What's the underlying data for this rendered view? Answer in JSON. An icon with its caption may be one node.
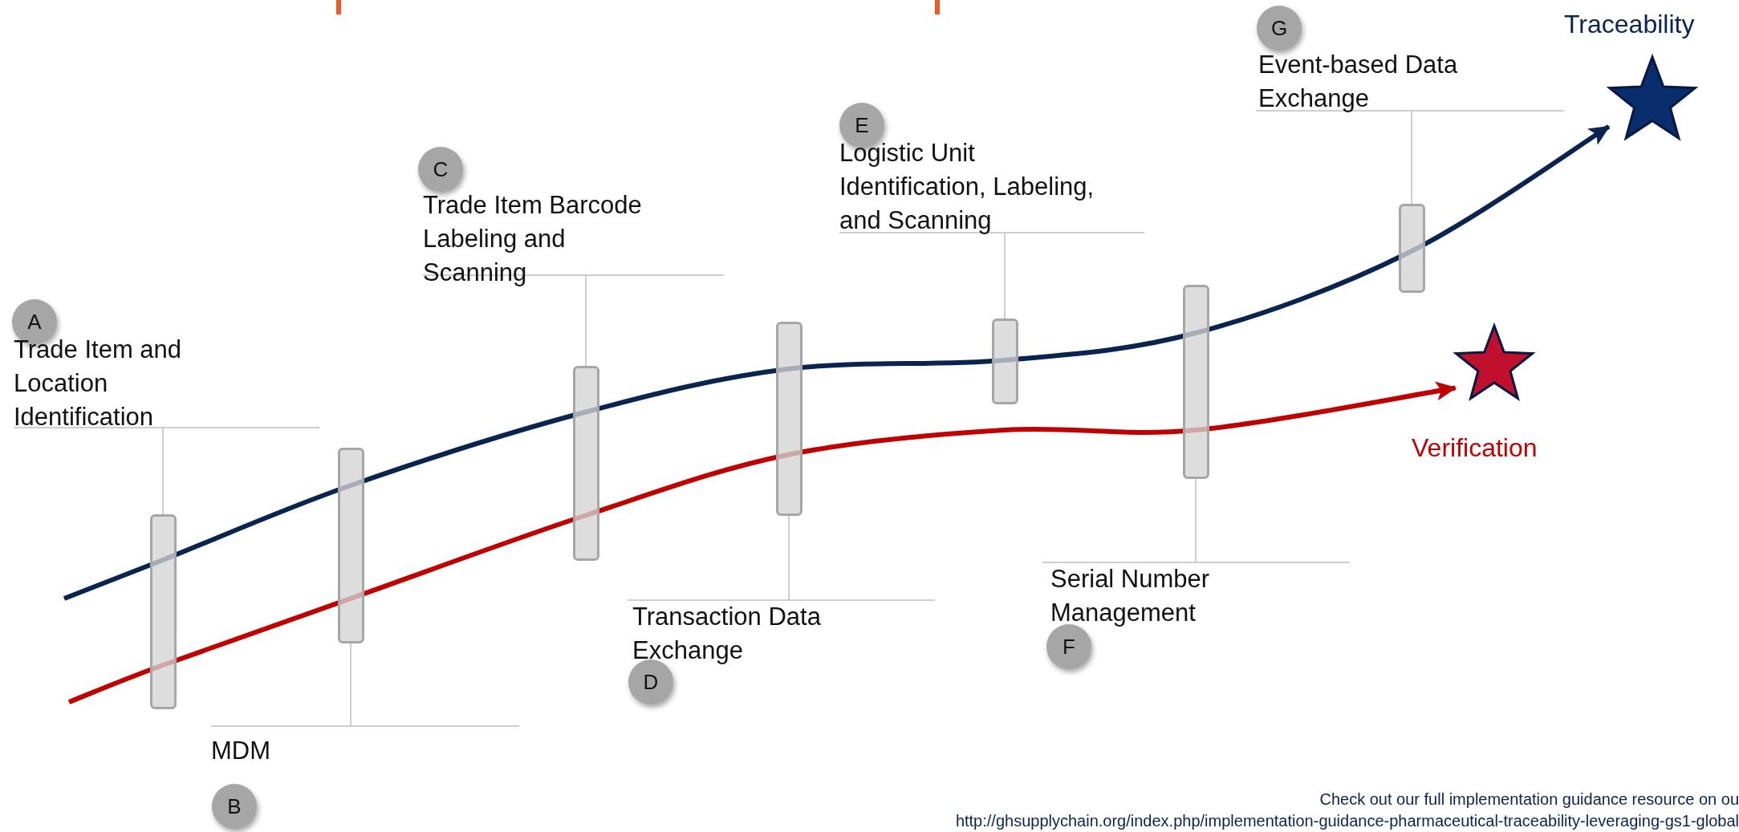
{
  "diagram": {
    "nodes": [
      {
        "text": [
          "A"
        ]
      },
      {
        "text": [
          "Trade Item and Location Identification"
        ]
      },
      {
        "text": [],
        "shape": "bar"
      },
      {
        "text": [
          "B"
        ]
      },
      {
        "text": [
          "MDM"
        ]
      },
      {
        "text": [],
        "shape": "bar"
      },
      {
        "text": [
          "C"
        ]
      },
      {
        "text": [
          "Trade Item Barcode Labeling and Scanning"
        ]
      },
      {
        "text": [],
        "shape": "bar"
      },
      {
        "text": [
          "Transaction Data Exchange"
        ]
      },
      {
        "text": [
          "D"
        ]
      },
      {
        "text": [],
        "shape": "bar"
      },
      {
        "text": [
          "E"
        ]
      },
      {
        "text": [
          "Logistic Unit Identification, Labeling, and Scanning"
        ]
      },
      {
        "text": [],
        "shape": "bar"
      },
      {
        "text": [
          "Serial Number Management"
        ]
      },
      {
        "text": [
          "F"
        ]
      },
      {
        "text": [],
        "shape": "bar"
      },
      {
        "text": [
          "G"
        ]
      },
      {
        "text": [
          "Event-based Data Exchange"
        ]
      },
      {
        "text": [],
        "shape": "bar"
      },
      {
        "text": [],
        "shape": "star",
        "beside": [
          "Traceability"
        ]
      },
      {
        "text": [],
        "shape": "star",
        "beside": [
          "Verification"
        ]
      }
    ],
    "edges": [
      {
        "from": 1,
        "to": 2,
        "arrow": "none"
      },
      {
        "from": 4,
        "to": 5,
        "arrow": "none"
      },
      {
        "from": 7,
        "to": 8,
        "arrow": "none"
      },
      {
        "from": 9,
        "to": 11,
        "arrow": "none"
      },
      {
        "from": 13,
        "to": 14,
        "arrow": "none"
      },
      {
        "from": 15,
        "to": 17,
        "arrow": "none"
      },
      {
        "from": 19,
        "to": 20,
        "arrow": "none"
      },
      {
        "from": null,
        "to": 21,
        "arrow": "to",
        "style": "thick",
        "color": "#0a2450"
      },
      {
        "from": null,
        "to": 22,
        "arrow": "to",
        "style": "thick",
        "color": "#c00000"
      }
    ],
    "labels": [
      "Check out our full implementation guidance resource on ou",
      "http://ghsupplychain.org/index.php/implementation-guidance-pharmaceutical-traceability-leveraging-gs1-global"
    ]
  }
}
